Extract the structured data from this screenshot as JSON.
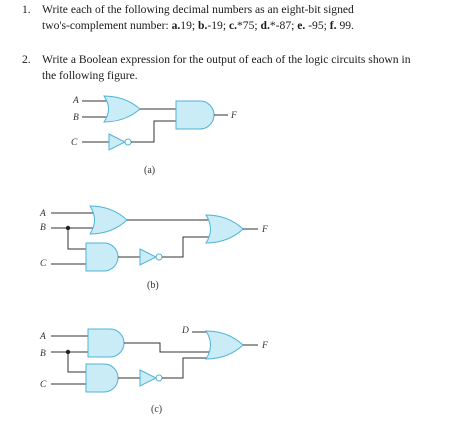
{
  "questions": [
    {
      "number": "1.",
      "line1": "Write each of the following decimal numbers as an eight-bit signed",
      "line2_prefix": "two's-complement number: ",
      "items": [
        {
          "label": "a.",
          "value": "19; "
        },
        {
          "label": "b.",
          "value": "-19; "
        },
        {
          "label": "c.",
          "value": "*75; "
        },
        {
          "label": "d.",
          "value": "*-87; "
        },
        {
          "label": "e.",
          "value": " -95; "
        },
        {
          "label": "f.",
          "value": " 99."
        }
      ]
    },
    {
      "number": "2.",
      "line1": "Write a Boolean expression for the output of each of the logic circuits shown in",
      "line2": "the following figure."
    }
  ],
  "circuits": [
    {
      "caption": "(a)",
      "inputs": [
        "A",
        "B",
        "C"
      ],
      "output": "F"
    },
    {
      "caption": "(b)",
      "inputs": [
        "A",
        "B",
        "C"
      ],
      "output": "F"
    },
    {
      "caption": "(c)",
      "inputs": [
        "A",
        "B",
        "C"
      ],
      "output": "F",
      "internal": "D"
    }
  ]
}
